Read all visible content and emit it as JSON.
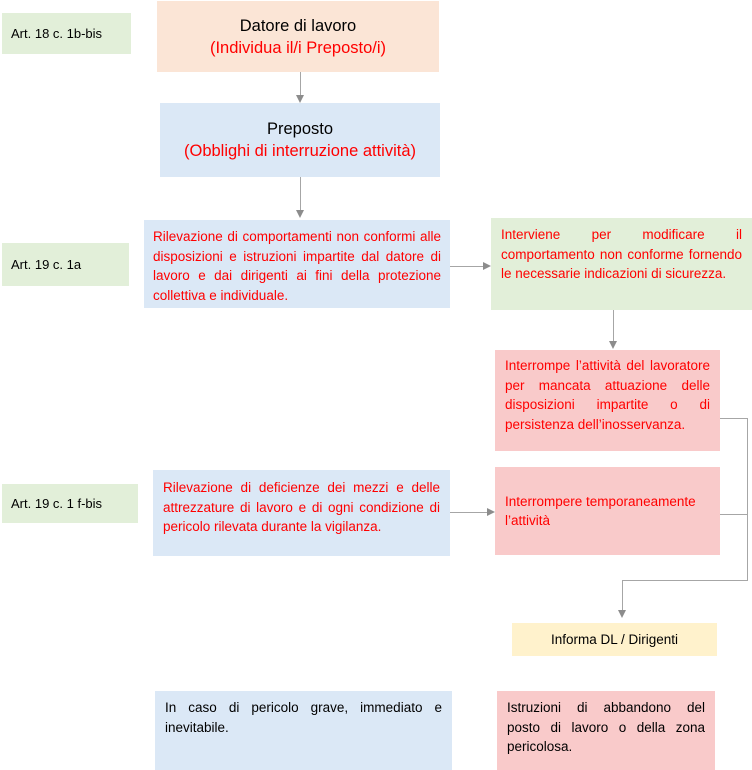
{
  "palette": {
    "box_green": "#e2efd9",
    "box_peach": "#fbe5d6",
    "box_blue": "#dbe8f6",
    "box_pink": "#f9caca",
    "box_yellow": "#fff2cc",
    "text_red": "#ff0000",
    "text_black": "#000000",
    "connector_gray": "#a6a6a6"
  },
  "law_labels": {
    "art18_1b_bis": "Art. 18 c. 1b-bis",
    "art19_1a": "Art. 19 c. 1a",
    "art19_1_f_bis": "Art. 19 c. 1 f-bis"
  },
  "nodes": {
    "datore": {
      "title": "Datore di lavoro",
      "subtitle": "(Individua il/i Preposto/i)"
    },
    "preposto": {
      "title": "Preposto",
      "subtitle": "(Obblighi di interruzione attività)"
    },
    "rilevazione_comportamenti": "Rilevazione di comportamenti non conformi alle disposizioni e istruzioni impartite dal datore di lavoro e dai dirigenti ai fini della protezione collettiva e individuale.",
    "interviene": "Interviene per modificare il comportamento non conforme fornendo le necessarie indicazioni di sicurezza.",
    "interrompe_attivita": "Interrompe l’attività del lavoratore per mancata attuazione delle disposizioni impartite o di persistenza dell’inosservanza.",
    "rilevazione_deficienze": "Rilevazione di deficienze dei mezzi e delle attrezzature di lavoro e di ogni condizione di pericolo rilevata durante la vigilanza.",
    "interrompere_temporaneamente": "Interrompere temporaneamente l’attività",
    "informa_dl": "Informa DL / Dirigenti",
    "pericolo_grave": "In caso di pericolo grave, immediato e inevitabile.",
    "istruzioni_abbandono": "Istruzioni di abbandono del posto di lavoro o della zona pericolosa."
  }
}
